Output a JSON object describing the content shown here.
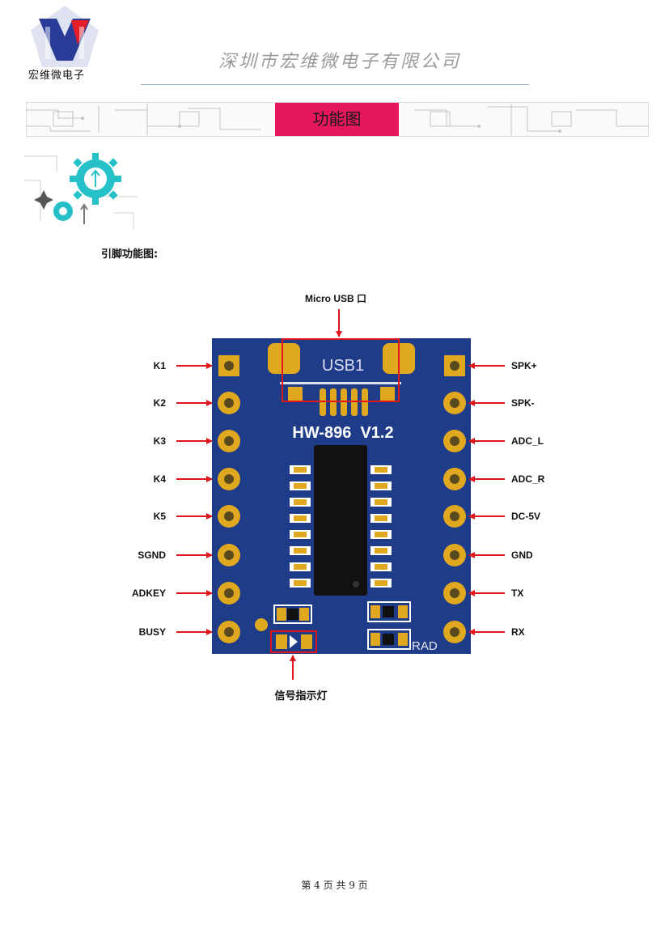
{
  "header": {
    "logo_letters": "HV",
    "logo_caption": "宏维微电子",
    "company_name": "深圳市宏维微电子有限公司"
  },
  "banner": {
    "title": "功能图"
  },
  "section": {
    "label": "引脚功能图:"
  },
  "diagram": {
    "usb_label": "Micro USB 口",
    "led_label": "信号指示灯",
    "board_silk_usb": "USB1",
    "board_silk_model": "HW-896  V1.2",
    "board_silk_rad": "RAD",
    "left_pins": [
      "K1",
      "K2",
      "K3",
      "K4",
      "K5",
      "SGND",
      "ADKEY",
      "BUSY"
    ],
    "right_pins": [
      "SPK+",
      "SPK-",
      "ADC_L",
      "ADC_R",
      "DC-5V",
      "GND",
      "TX",
      "RX"
    ],
    "colors": {
      "board": "#1f3c88",
      "pad": "#e0a81e",
      "arrow": "#e0161d",
      "banner": "#e6175f"
    }
  },
  "footer": {
    "page_text": "第 4 页 共 9 页"
  }
}
